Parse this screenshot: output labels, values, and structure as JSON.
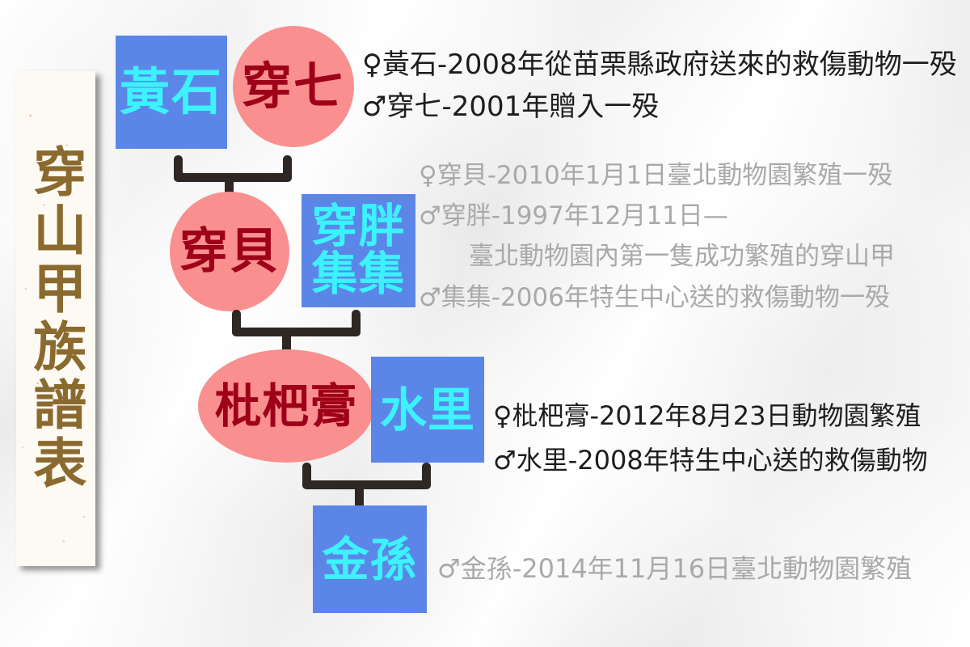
{
  "page": {
    "title": "穿山甲族譜表",
    "title_vertical": "穿山甲族譜表"
  },
  "palette": {
    "male_box": "#5b86e8",
    "male_text": "#3cf2fc",
    "female_circle": "#f98f8f",
    "female_text": "#9e0019",
    "connector": "#2e2723",
    "title_brown": "#8a6a2e",
    "panel_paper": "#fdfaf3",
    "anno_dark": "#1d1d1d",
    "anno_gray": "#a9a9a9",
    "background": "#f3f3f3"
  },
  "symbols": {
    "female": "♀",
    "male": "♂"
  },
  "nodes": {
    "huangshi": {
      "label": "黃石",
      "shape": "square",
      "sex": "female"
    },
    "chuanqi": {
      "label": "穿七",
      "shape": "circle",
      "sex": "male"
    },
    "chuanbei": {
      "label": "穿貝",
      "shape": "circle",
      "sex": "female"
    },
    "chuanpang_jiji": {
      "line1": "穿胖",
      "line2": "集集",
      "shape": "square",
      "sex": "male"
    },
    "pipagao": {
      "label": "枇杷膏",
      "shape": "ellipse",
      "sex": "female"
    },
    "shuili": {
      "label": "水里",
      "shape": "square",
      "sex": "male"
    },
    "jinsun": {
      "label": "金孫",
      "shape": "square",
      "sex": "male"
    }
  },
  "annotations": {
    "generation1": [
      "♀黃石-2008年從苗栗縣政府送來的救傷動物一殁",
      "♂穿七-2001年贈入一殁"
    ],
    "generation2": [
      "♀穿貝-2010年1月1日臺北動物園繁殖一殁",
      "♂穿胖-1997年12月11日—",
      "　　臺北動物園內第一隻成功繁殖的穿山甲",
      "♂集集-2006年特生中心送的救傷動物一殁"
    ],
    "generation3": [
      "♀枇杷膏-2012年8月23日動物園繁殖",
      "♂水里-2008年特生中心送的救傷動物"
    ],
    "generation4": [
      "♂金孫-2014年11月16日臺北動物園繁殖"
    ]
  }
}
